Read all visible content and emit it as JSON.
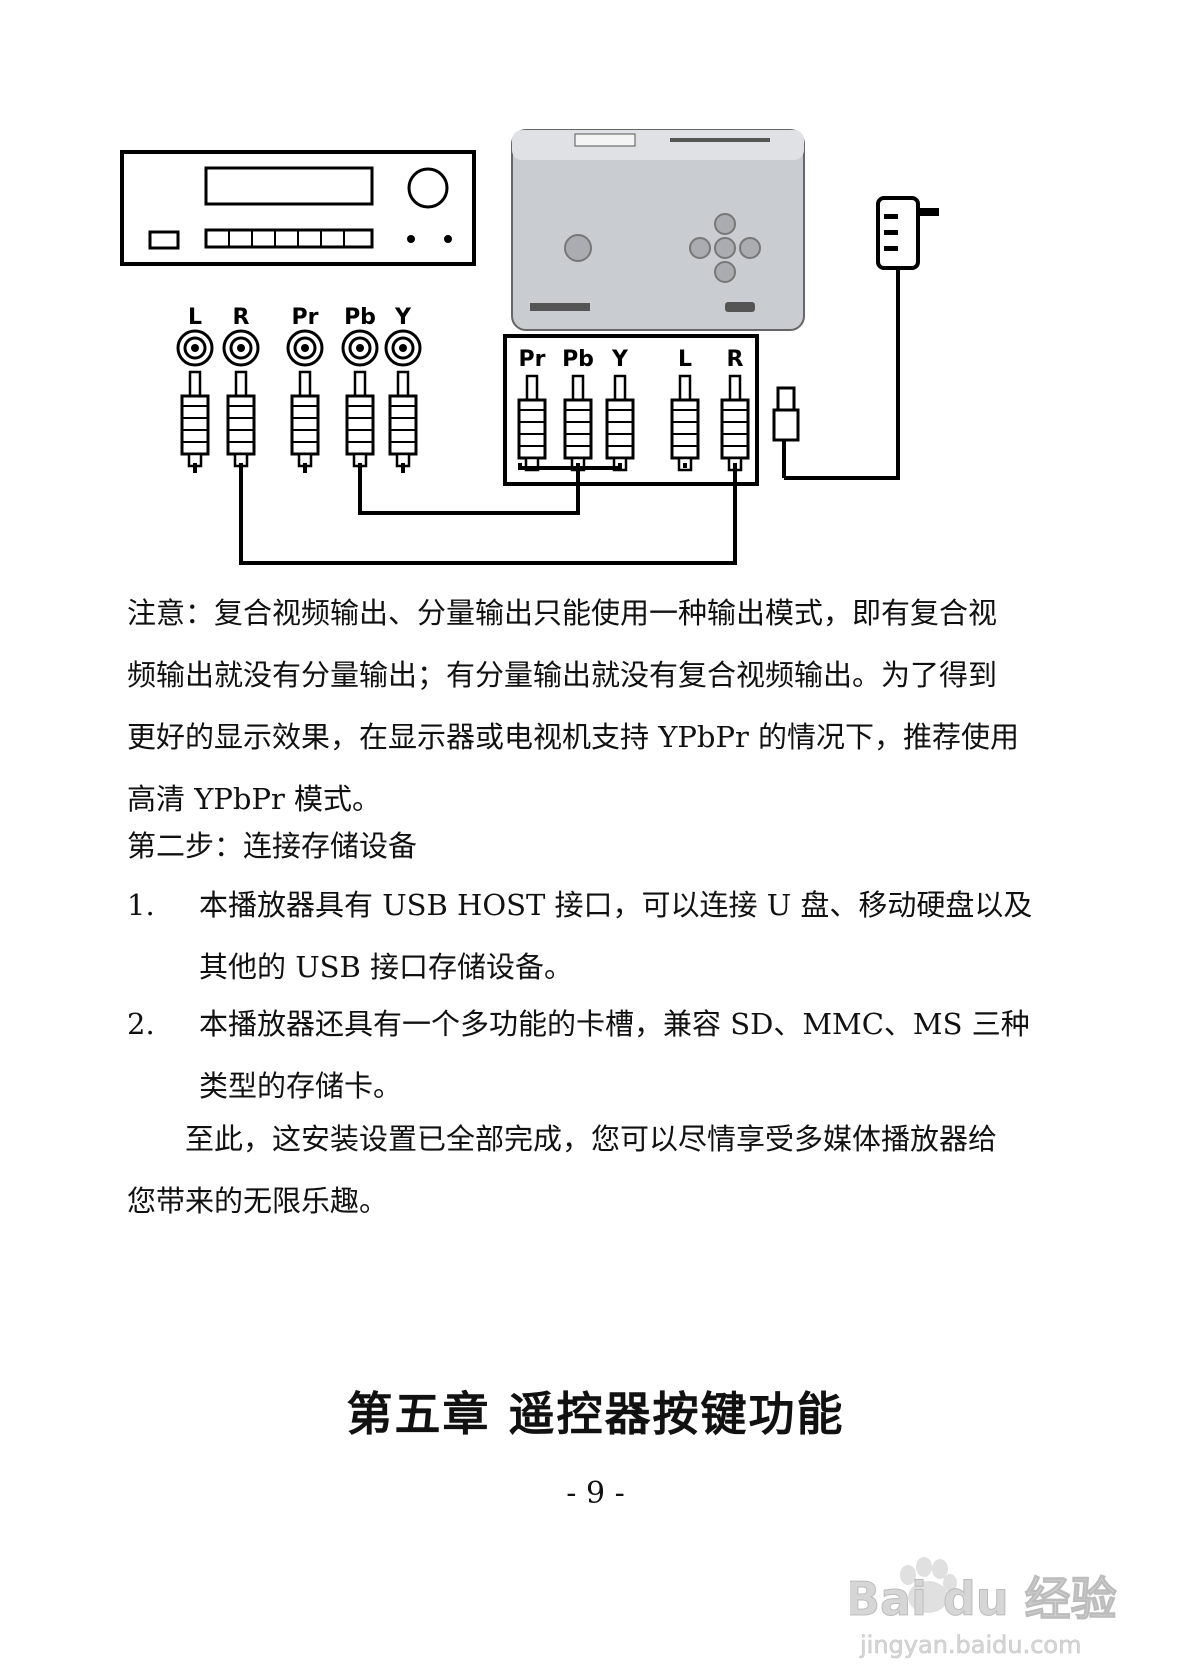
{
  "diagram": {
    "tv_labels": [
      "L",
      "R",
      "Pr",
      "Pb",
      "Y"
    ],
    "player_labels": [
      "Pr",
      "Pb",
      "Y",
      "L",
      "R"
    ]
  },
  "note": {
    "lines": [
      "注意：复合视频输出、分量输出只能使用一种输出模式，即有复合视",
      "频输出就没有分量输出；有分量输出就没有复合视频输出。为了得到",
      "更好的显示效果，在显示器或电视机支持 YPbPr 的情况下，推荐使用",
      "高清 YPbPr 模式。"
    ]
  },
  "step2": {
    "heading": "第二步：连接存储设备",
    "items": [
      {
        "num": "1.",
        "lines": [
          "本播放器具有 USB HOST 接口，可以连接 U 盘、移动硬盘以及",
          "其他的 USB 接口存储设备。"
        ]
      },
      {
        "num": "2.",
        "lines": [
          "本播放器还具有一个多功能的卡槽，兼容 SD、MMC、MS 三种",
          "类型的存储卡。"
        ]
      }
    ]
  },
  "closing": {
    "lines": [
      "至此，这安装设置已全部完成，您可以尽情享受多媒体播放器给",
      "您带来的无限乐趣。"
    ]
  },
  "chapter_title": "第五章  遥控器按键功能",
  "page_number": "- 9 -",
  "watermark": {
    "logo": "Bai du 经验",
    "url": "jingyan.baidu.com"
  }
}
